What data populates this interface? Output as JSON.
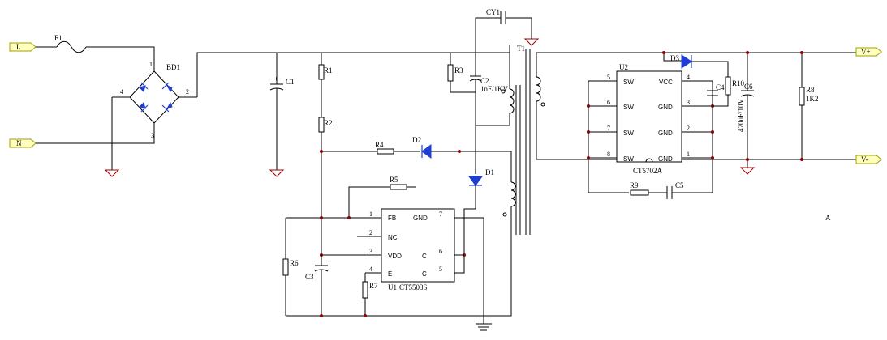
{
  "ports": {
    "L": "L",
    "N": "N",
    "Vplus": "V+",
    "Vminus": "V-"
  },
  "components": {
    "F1": "F1",
    "BD1": "BD1",
    "C1": "C1",
    "R1": "R1",
    "R2": "R2",
    "R3": "R3",
    "C2": "C2",
    "C2_value": "1nF/1KV",
    "CY1": "CY1",
    "T1": "T1",
    "R4": "R4",
    "D2": "D2",
    "D1": "D1",
    "R5": "R5",
    "R6": "R6",
    "C3": "C3",
    "R7": "R7",
    "U1_ref": "U1",
    "U1_part": "CT5503S",
    "U2_ref": "U2",
    "U2_part": "CT5702A",
    "D3": "D3",
    "C4": "C4",
    "R10": "R10",
    "C6": "C6",
    "C6_value": "470uF/10V",
    "R8": "R8",
    "R8_value": "1K2",
    "R9": "R9",
    "C5": "C5",
    "sheet_mark": "A"
  },
  "bridge_pins": {
    "p1": "1",
    "p2": "2",
    "p3": "3",
    "p4": "4"
  },
  "u1": {
    "pins": {
      "p1": "1",
      "p2": "2",
      "p3": "3",
      "p4": "4",
      "p5": "5",
      "p6": "6",
      "p7": "7"
    },
    "names": {
      "FB": "FB",
      "NC": "NC",
      "VDD": "VDD",
      "E": "E",
      "GND": "GND",
      "C6": "C",
      "C5": "C"
    }
  },
  "u2": {
    "pins": {
      "p1": "1",
      "p2": "2",
      "p3": "3",
      "p4": "4",
      "p5": "5",
      "p6": "6",
      "p7": "7",
      "p8": "8"
    },
    "names": {
      "SW5": "SW",
      "SW6": "SW",
      "SW7": "SW",
      "SW8": "SW",
      "VCC": "VCC",
      "GND3": "GND",
      "GND2": "GND",
      "GND1": "GND"
    }
  }
}
